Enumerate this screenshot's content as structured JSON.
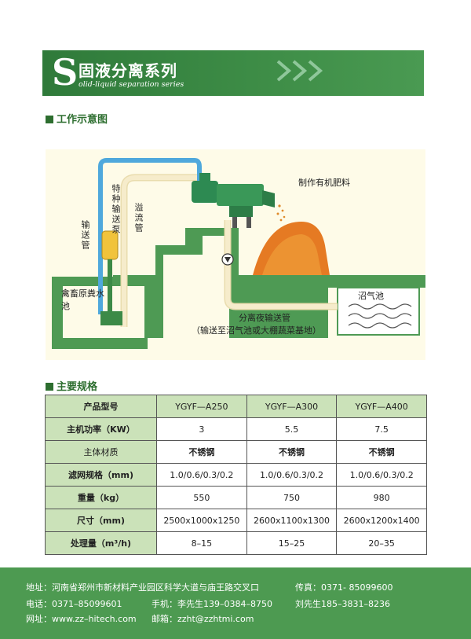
{
  "banner": {
    "letter": "S",
    "title": "固液分离系列",
    "subtitle": "olid-liquid separation series"
  },
  "sections": {
    "diagram_heading": "工作示意图",
    "spec_heading": "主要规格"
  },
  "diagram": {
    "labels": {
      "pump": "特种输送泵",
      "overflow": "溢流管",
      "conveying_pipe": "输送管",
      "pool": "禽畜原粪水池",
      "fertilizer": "制作有机肥料",
      "biogas": "沼气池",
      "separated_pipe": "分离夜输送管",
      "separated_note": "（输送至沼气池或大棚蔬菜基地）"
    },
    "colors": {
      "pipe_blue": "#4fa8dc",
      "pipe_cream": "#f6eccb",
      "wall_green": "#4e9a54",
      "heap_orange": "#e57a23",
      "pump_yellow": "#f1c33b"
    }
  },
  "spec_table": {
    "header": [
      "产品型号",
      "YGYF—A250",
      "YGYF—A300",
      "YGYF—A400"
    ],
    "rows": [
      [
        "主机功率（KW）",
        "3",
        "5.5",
        "7.5"
      ],
      [
        "主体材质",
        "不锈钢",
        "不锈钢",
        "不锈钢"
      ],
      [
        "滤网规格（mm)",
        "1.0/0.6/0.3/0.2",
        "1.0/0.6/0.3/0.2",
        "1.0/0.6/0.3/0.2"
      ],
      [
        "重量（kg）",
        "550",
        "750",
        "980"
      ],
      [
        "尺寸（mm)",
        "2500x1000x1250",
        "2600x1100x1300",
        "2600x1200x1400"
      ],
      [
        "处理量（m³/h)",
        "8–15",
        "15–25",
        "20–35"
      ]
    ]
  },
  "footer": {
    "address": "地址：河南省郑州市新材料产业园区科学大道与庙王路交叉口",
    "fax": "传真：0371- 85099600",
    "phone": "电话：0371–85099601",
    "mobile1": "手机：李先生139–0384–8750",
    "mobile2": "刘先生185–3831–8236",
    "website": "网址：www.zz–hitech.com",
    "email": "邮箱：zzht@zzhtmi.com"
  }
}
